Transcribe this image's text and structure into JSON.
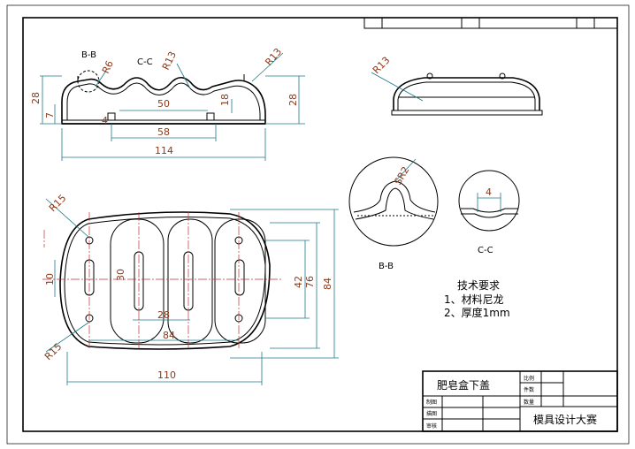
{
  "section_labels": {
    "bb_top": "B-B",
    "cc_top": "C-C",
    "bb_detail": "B-B",
    "cc_detail": "C-C"
  },
  "dimensions": {
    "r6": "R6",
    "r13_a": "R13",
    "r13_b": "R13",
    "r13_c": "R13",
    "h28_left": "28",
    "h28_right": "28",
    "d7": "7",
    "d4_small": "4",
    "d18": "18",
    "w50": "50",
    "w58": "58",
    "w114": "114",
    "r15_top": "R15",
    "r15_bottom": "R15",
    "d10": "10",
    "d30": "30",
    "d28": "28",
    "d84_h": "84",
    "d110": "110",
    "d42": "42",
    "d76": "76",
    "d84_v": "84",
    "sr2": "SR2",
    "d4_cc": "4"
  },
  "tech_requirements": {
    "heading": "技术要求",
    "line1": "1、材料尼龙",
    "line2": "2、厚度1mm"
  },
  "title_block": {
    "part_name": "肥皂盒下盖",
    "scale_label": "比例",
    "count_label": "件数",
    "qty_label": "数量",
    "drawn_label": "制图",
    "drafted_label": "描图",
    "checked_label": "审核",
    "company": "模具设计大赛"
  }
}
